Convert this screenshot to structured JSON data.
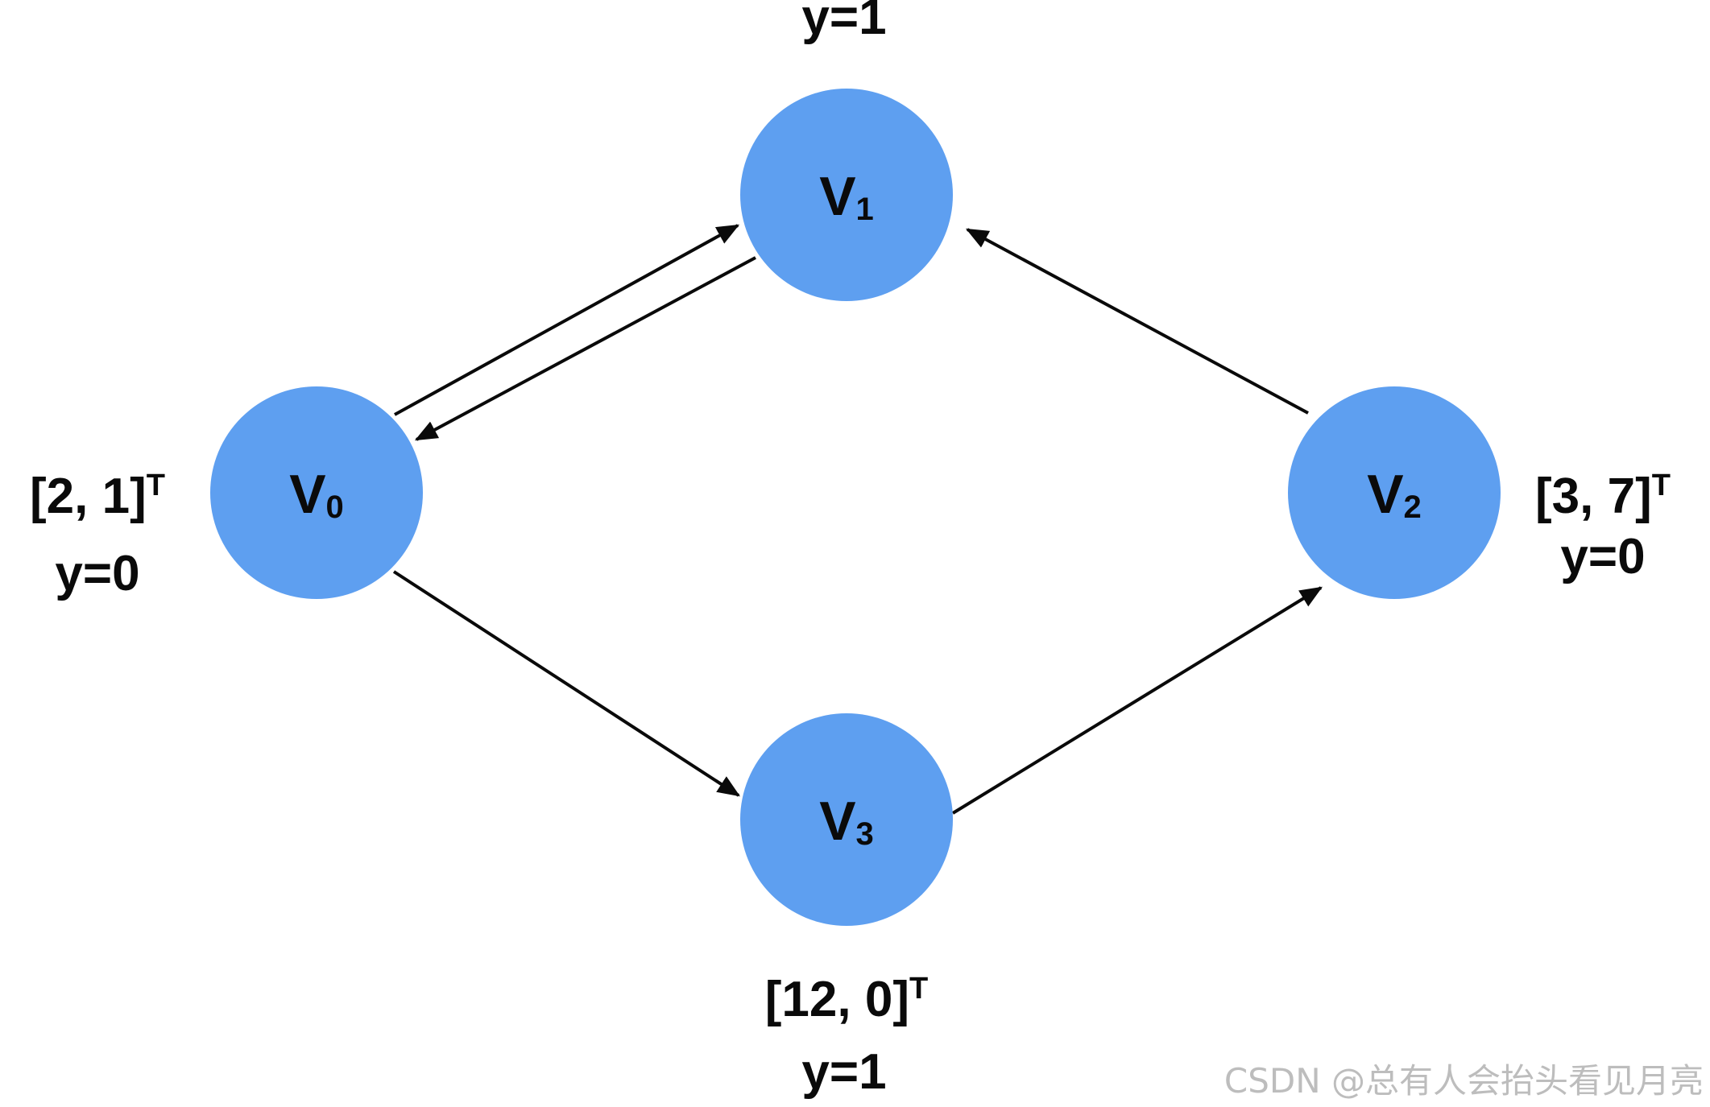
{
  "diagram": {
    "colors": {
      "node_fill": "#5e9ff0",
      "text": "#0a0a0a",
      "edge": "#0a0a0a",
      "watermark": "#bdbdbd"
    },
    "nodes": {
      "v0": {
        "letter": "V",
        "subscript": "0"
      },
      "v1": {
        "letter": "V",
        "subscript": "1"
      },
      "v2": {
        "letter": "V",
        "subscript": "2"
      },
      "v3": {
        "letter": "V",
        "subscript": "3"
      }
    },
    "annotations": {
      "v0": {
        "vector": "[2, 1]",
        "superscript": "T",
        "label": "y=0"
      },
      "v1": {
        "label": "y=1"
      },
      "v2": {
        "vector": "[3, 7]",
        "superscript": "T",
        "label": "y=0"
      },
      "v3": {
        "vector": "[12, 0]",
        "superscript": "T",
        "label": "y=1"
      }
    },
    "edges": [
      {
        "from": "V0",
        "to": "V1"
      },
      {
        "from": "V1",
        "to": "V0"
      },
      {
        "from": "V2",
        "to": "V1"
      },
      {
        "from": "V0",
        "to": "V3"
      },
      {
        "from": "V3",
        "to": "V2"
      }
    ],
    "watermark": "CSDN @总有人会抬头看见月亮"
  }
}
